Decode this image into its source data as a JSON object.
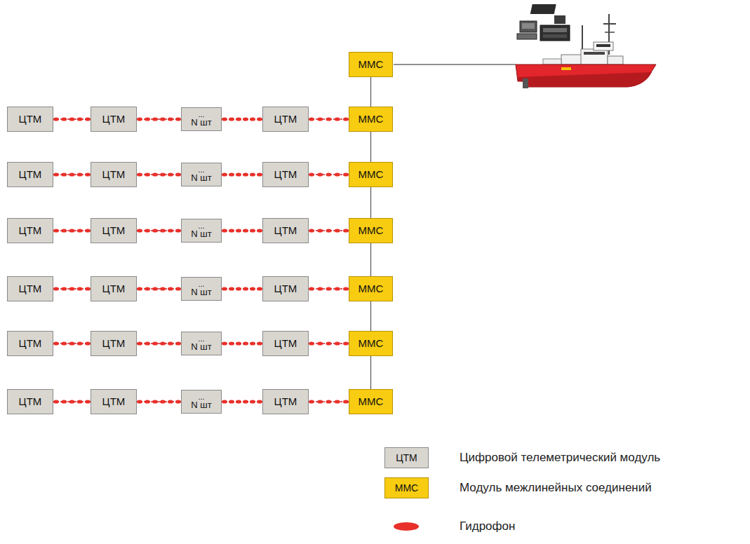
{
  "diagram": {
    "nodes": [
      {
        "text": [
          "ММС"
        ]
      },
      {
        "text": [
          "ЦТМ"
        ]
      },
      {
        "text": [
          "ЦТМ"
        ]
      },
      {
        "text": [
          "...",
          "N шт"
        ]
      },
      {
        "text": [
          "ЦТМ"
        ]
      },
      {
        "text": [
          "ММС"
        ]
      },
      {
        "text": [
          "ЦТМ"
        ]
      },
      {
        "text": [
          "ЦТМ"
        ]
      },
      {
        "text": [
          "...",
          "N шт"
        ]
      },
      {
        "text": [
          "ЦТМ"
        ]
      },
      {
        "text": [
          "ММС"
        ]
      },
      {
        "text": [
          "ЦТМ"
        ]
      },
      {
        "text": [
          "ЦТМ"
        ]
      },
      {
        "text": [
          "...",
          "N шт"
        ]
      },
      {
        "text": [
          "ЦТМ"
        ]
      },
      {
        "text": [
          "ММС"
        ]
      },
      {
        "text": [
          "ЦТМ"
        ]
      },
      {
        "text": [
          "ЦТМ"
        ]
      },
      {
        "text": [
          "...",
          "N шт"
        ]
      },
      {
        "text": [
          "ЦТМ"
        ]
      },
      {
        "text": [
          "ММС"
        ]
      },
      {
        "text": [
          "ЦТМ"
        ]
      },
      {
        "text": [
          "ЦТМ"
        ]
      },
      {
        "text": [
          "...",
          "N шт"
        ]
      },
      {
        "text": [
          "ЦТМ"
        ]
      },
      {
        "text": [
          "ММС"
        ]
      },
      {
        "text": [
          "ЦТМ"
        ]
      },
      {
        "text": [
          "ЦТМ"
        ]
      },
      {
        "text": [
          "...",
          "N шт"
        ]
      },
      {
        "text": [
          "ЦТМ"
        ]
      },
      {
        "text": [
          "ММС"
        ]
      }
    ],
    "edges": [
      {
        "from": 1,
        "to": 2,
        "arrow": "none"
      },
      {
        "from": 2,
        "to": 3,
        "arrow": "none"
      },
      {
        "from": 3,
        "to": 4,
        "arrow": "none"
      },
      {
        "from": 4,
        "to": 5,
        "arrow": "none"
      },
      {
        "from": 6,
        "to": 7,
        "arrow": "none"
      },
      {
        "from": 7,
        "to": 8,
        "arrow": "none"
      },
      {
        "from": 8,
        "to": 9,
        "arrow": "none"
      },
      {
        "from": 9,
        "to": 10,
        "arrow": "none"
      },
      {
        "from": 11,
        "to": 12,
        "arrow": "none"
      },
      {
        "from": 12,
        "to": 13,
        "arrow": "none"
      },
      {
        "from": 13,
        "to": 14,
        "arrow": "none"
      },
      {
        "from": 14,
        "to": 15,
        "arrow": "none"
      },
      {
        "from": 16,
        "to": 17,
        "arrow": "none"
      },
      {
        "from": 17,
        "to": 18,
        "arrow": "none"
      },
      {
        "from": 18,
        "to": 19,
        "arrow": "none"
      },
      {
        "from": 19,
        "to": 20,
        "arrow": "none"
      },
      {
        "from": 21,
        "to": 22,
        "arrow": "none"
      },
      {
        "from": 22,
        "to": 23,
        "arrow": "none"
      },
      {
        "from": 23,
        "to": 24,
        "arrow": "none"
      },
      {
        "from": 24,
        "to": 25,
        "arrow": "none"
      },
      {
        "from": 26,
        "to": 27,
        "arrow": "none"
      },
      {
        "from": 27,
        "to": 28,
        "arrow": "none"
      },
      {
        "from": 28,
        "to": 29,
        "arrow": "none"
      },
      {
        "from": 29,
        "to": 30,
        "arrow": "none"
      },
      {
        "from": 0,
        "to": 5,
        "arrow": "none"
      },
      {
        "from": 5,
        "to": 10,
        "arrow": "none"
      },
      {
        "from": 10,
        "to": 15,
        "arrow": "none"
      },
      {
        "from": 15,
        "to": 20,
        "arrow": "none"
      },
      {
        "from": 20,
        "to": 25,
        "arrow": "none"
      },
      {
        "from": 25,
        "to": 30,
        "arrow": "none"
      }
    ],
    "labels": [
      "ЦТМ",
      "ММС"
    ],
    "legend": [
      {
        "text": "Цифровой телеметрический модуль",
        "color": "#d9d6d0"
      },
      {
        "text": "Модуль межлинейных соединений",
        "color": "#f8cc10"
      },
      {
        "text": "Гидрофон",
        "color": "#e8312a"
      }
    ]
  }
}
